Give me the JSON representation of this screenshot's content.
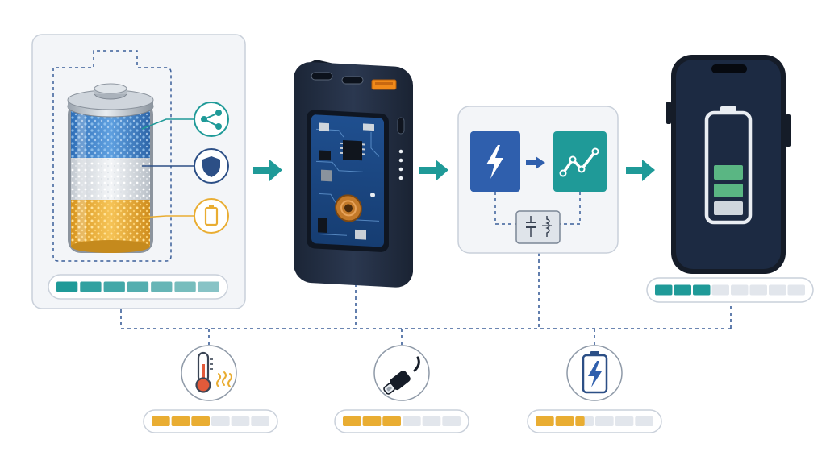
{
  "colors": {
    "background": "#ffffff",
    "panel_fill": "#f3f5f8",
    "panel_stroke": "#c9d0da",
    "navy": "#1f2d45",
    "connector_blue": "#3b5f99",
    "teal": "#1f9a98",
    "amber": "#e9ad32",
    "empty_segment": "#e2e6ec",
    "thermo_red": "#e25a3a"
  },
  "stages": [
    {
      "id": "battery-cell",
      "icons": [
        "share-nodes-icon",
        "shield-icon",
        "battery-outline-icon"
      ]
    },
    {
      "id": "power-bank",
      "ports": [
        "usb-c-port",
        "usb-c-port",
        "usb-a-port"
      ]
    },
    {
      "id": "power-converter",
      "blocks": [
        "lightning-icon",
        "trend-line-icon",
        "capacitor-inductor-icon"
      ]
    },
    {
      "id": "smartphone",
      "battery_level_segments": 2,
      "battery_total_segments": 4
    }
  ],
  "gauges": [
    {
      "id": "battery-cell-gauge",
      "filled": 7,
      "total": 7,
      "color": "teal"
    },
    {
      "id": "smartphone-gauge",
      "filled": 3,
      "total": 8,
      "color": "teal"
    },
    {
      "id": "temperature-gauge",
      "filled": 3,
      "total": 6,
      "color": "amber"
    },
    {
      "id": "cable-gauge",
      "filled": 3,
      "total": 6,
      "color": "amber"
    },
    {
      "id": "charge-gauge",
      "filled": 2.5,
      "total": 6,
      "color": "amber"
    }
  ],
  "factors": [
    {
      "id": "temperature",
      "icon": "thermometer-heat-icon"
    },
    {
      "id": "cable",
      "icon": "usb-c-cable-icon"
    },
    {
      "id": "charging",
      "icon": "battery-charging-icon"
    }
  ]
}
